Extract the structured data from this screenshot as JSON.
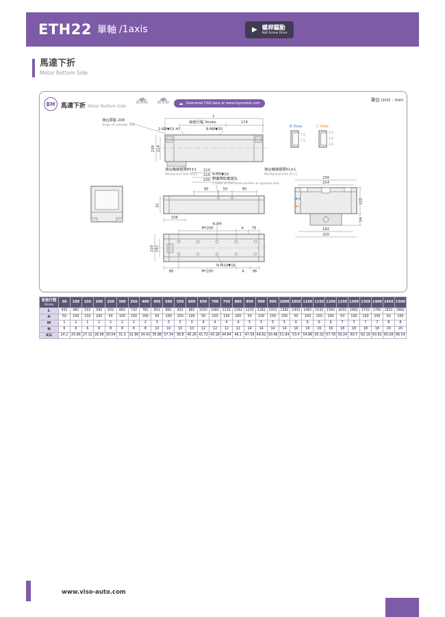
{
  "colors": {
    "brand": "#7d5ba6",
    "badge_bg": "#413b52",
    "table_header": "#5b5574",
    "b_view": "#3f6ad8",
    "c_view": "#e8821e"
  },
  "header": {
    "model": "ETH22",
    "type_cn": "單軸",
    "type_en": "/1axis",
    "badge_cn": "螺桿驅動",
    "badge_en": "Ball Screw Drive"
  },
  "section": {
    "title_cn": "馬達下折",
    "title_en": "Motor Bottom Side"
  },
  "panel": {
    "bm_label": "BM",
    "title_cn": "馬達下折",
    "title_en": "Motor Bottom Side",
    "cad2d": "2D CAD",
    "cad3d": "3D CAD",
    "download": "Download CAD data at www.toyorobot.com",
    "unit": "單位 Unit : mm"
  },
  "drawing": {
    "side_view": {
      "dim_L": "L",
      "origin_cn": "滑台原點 208",
      "origin_en": "Origin of actuator 208",
      "stroke_label": "有效行程 Stroke",
      "dim_174": "174",
      "holes_dowel": "2-Ø8▼15 H7",
      "holes_tap": "8-M8▼25",
      "dim_230": "230",
      "dim_214": "214",
      "limit85_cn": "滑台機械極限85±1",
      "limit85_en": "Mechanical limit 85±1",
      "dim_110": "110",
      "dim_210": "210",
      "dim_230b": "230",
      "limit51_cn": "滑台機械極限51±1",
      "limit51_en": "Mechanical limit 51±1"
    },
    "b_view": {
      "label": "B View",
      "dim_7_5_top": "7.5",
      "dim_7_5_bot": "7.5"
    },
    "c_view": {
      "label": "C View",
      "dim_5_5": "5.5",
      "dim_1_8": "1.8",
      "dim_3_5": "3.5"
    },
    "end_view": {
      "dim_230": "230",
      "dim_214": "214",
      "dim_122": "122",
      "dim_14": "14",
      "dim_182": "182",
      "dim_220": "220",
      "marker_b": "B",
      "marker_c": "C"
    },
    "strip_view": {
      "dim_90a": "90",
      "dim_50": "50",
      "dim_90b": "90",
      "dim_35": "35",
      "dim_106": "106",
      "m5_cn": "4-M5▼10",
      "m5_cn2": "對面同位置兩孔",
      "m5_en": "2 holes on the same position at opposite side"
    },
    "plan_view": {
      "dim_220": "220",
      "dim_182": "182",
      "m200_top": "M*200",
      "n_d9": "N-Ø9",
      "a_top": "A",
      "dim_76": "76",
      "dim_86": "86",
      "m200_bot": "M*200",
      "n_m10": "N-M10▼16",
      "a_bot": "A",
      "dim_96": "96"
    }
  },
  "table": {
    "header_label_cn": "有效行程",
    "header_label_en": "Stroke",
    "strokes": [
      "50",
      "100",
      "150",
      "200",
      "250",
      "300",
      "350",
      "400",
      "450",
      "500",
      "550",
      "600",
      "650",
      "700",
      "750",
      "800",
      "850",
      "900",
      "950",
      "1000",
      "1050",
      "1100",
      "1150",
      "1200",
      "1250",
      "1300",
      "1350",
      "1400",
      "1450",
      "1500"
    ],
    "rows": [
      {
        "label": "L",
        "values": [
          "432",
          "482",
          "532",
          "582",
          "632",
          "682",
          "732",
          "782",
          "832",
          "882",
          "932",
          "982",
          "1032",
          "1082",
          "1132",
          "1182",
          "1232",
          "1282",
          "1332",
          "1382",
          "1432",
          "1482",
          "1532",
          "1582",
          "1632",
          "1682",
          "1732",
          "1782",
          "1832",
          "1882"
        ]
      },
      {
        "label": "A",
        "values": [
          "50",
          "100",
          "150",
          "200",
          "50",
          "100",
          "150",
          "200",
          "50",
          "100",
          "150",
          "200",
          "50",
          "100",
          "150",
          "200",
          "50",
          "100",
          "150",
          "200",
          "50",
          "100",
          "150",
          "200",
          "50",
          "100",
          "150",
          "200",
          "50",
          "100"
        ]
      },
      {
        "label": "M",
        "values": [
          "1",
          "1",
          "1",
          "1",
          "2",
          "2",
          "2",
          "2",
          "3",
          "3",
          "3",
          "3",
          "4",
          "4",
          "4",
          "4",
          "5",
          "5",
          "5",
          "5",
          "6",
          "6",
          "6",
          "6",
          "7",
          "7",
          "7",
          "7",
          "8",
          "8"
        ]
      },
      {
        "label": "N",
        "values": [
          "6",
          "6",
          "6",
          "6",
          "8",
          "8",
          "8",
          "8",
          "10",
          "10",
          "10",
          "10",
          "12",
          "12",
          "12",
          "12",
          "14",
          "14",
          "14",
          "14",
          "16",
          "16",
          "16",
          "16",
          "18",
          "18",
          "18",
          "18",
          "20",
          "20"
        ]
      },
      {
        "label": "KG",
        "values": [
          "24.2",
          "25.66",
          "27.12",
          "28.58",
          "30.04",
          "31.5",
          "32.96",
          "34.42",
          "35.88",
          "37.34",
          "38.8",
          "40.26",
          "41.72",
          "43.18",
          "44.64",
          "46.1",
          "47.56",
          "49.02",
          "50.48",
          "51.94",
          "53.4",
          "54.86",
          "56.32",
          "57.78",
          "59.24",
          "60.7",
          "62.16",
          "63.62",
          "65.08",
          "66.54"
        ]
      }
    ]
  },
  "footer": {
    "url": "www.viso-auto.com"
  }
}
